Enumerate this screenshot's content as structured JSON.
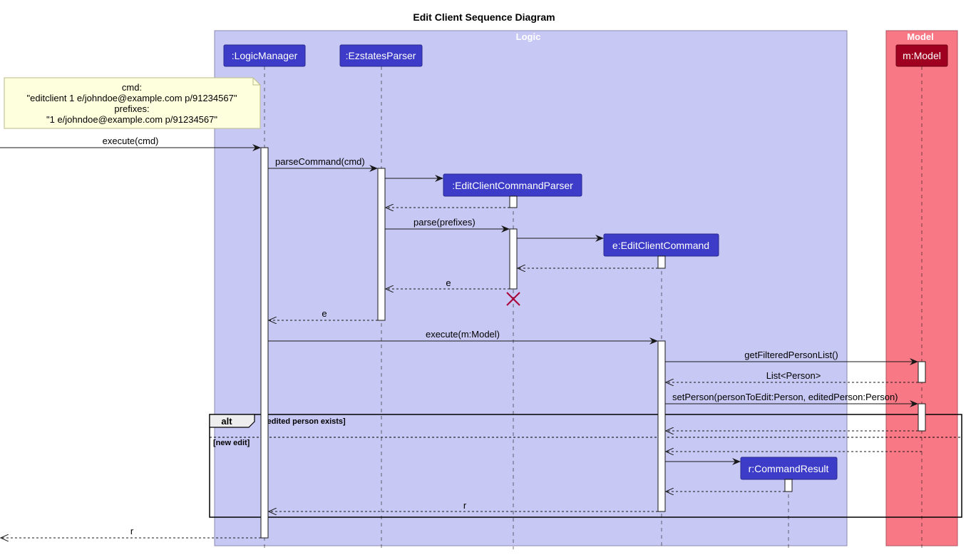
{
  "title": "Edit Client Sequence Diagram",
  "colors": {
    "logic_box": "#C8C8F5",
    "logic_border": "#8A8AB0",
    "model_box": "#F87885",
    "model_border": "#B05060",
    "participant_blue": "#3C3CC8",
    "participant_red": "#A00020",
    "note_bg": "#FEFFDD",
    "note_border": "#BBBB88",
    "destroy_mark": "#A80036"
  },
  "boxes": {
    "logic": "Logic",
    "model": "Model"
  },
  "participants": {
    "logic_manager": ":LogicManager",
    "ezstates_parser": ":EzstatesParser",
    "edit_client_command_parser": ":EditClientCommandParser",
    "edit_client_command": "e:EditClientCommand",
    "command_result": "r:CommandResult",
    "model": "m:Model"
  },
  "note": {
    "line1": "cmd:",
    "line2": "\"editclient 1 e/johndoe@example.com p/91234567\"",
    "line3": "prefixes:",
    "line4": "\"1 e/johndoe@example.com p/91234567\""
  },
  "messages": {
    "execute_cmd": "execute(cmd)",
    "parse_command": "parseCommand(cmd)",
    "parse_prefixes": "parse(prefixes)",
    "return_e_parser": "e",
    "return_e_logic": "e",
    "execute_model": "execute(m:Model)",
    "get_filtered": "getFilteredPersonList()",
    "list_person": "List<Person>",
    "set_person": "setPerson(personToEdit:Person, editedPerson:Person)",
    "return_r": "r",
    "return_r_final": "r"
  },
  "alt": {
    "keyword": "alt",
    "guard1": "[edited person exists]",
    "guard2": "[new edit]"
  }
}
